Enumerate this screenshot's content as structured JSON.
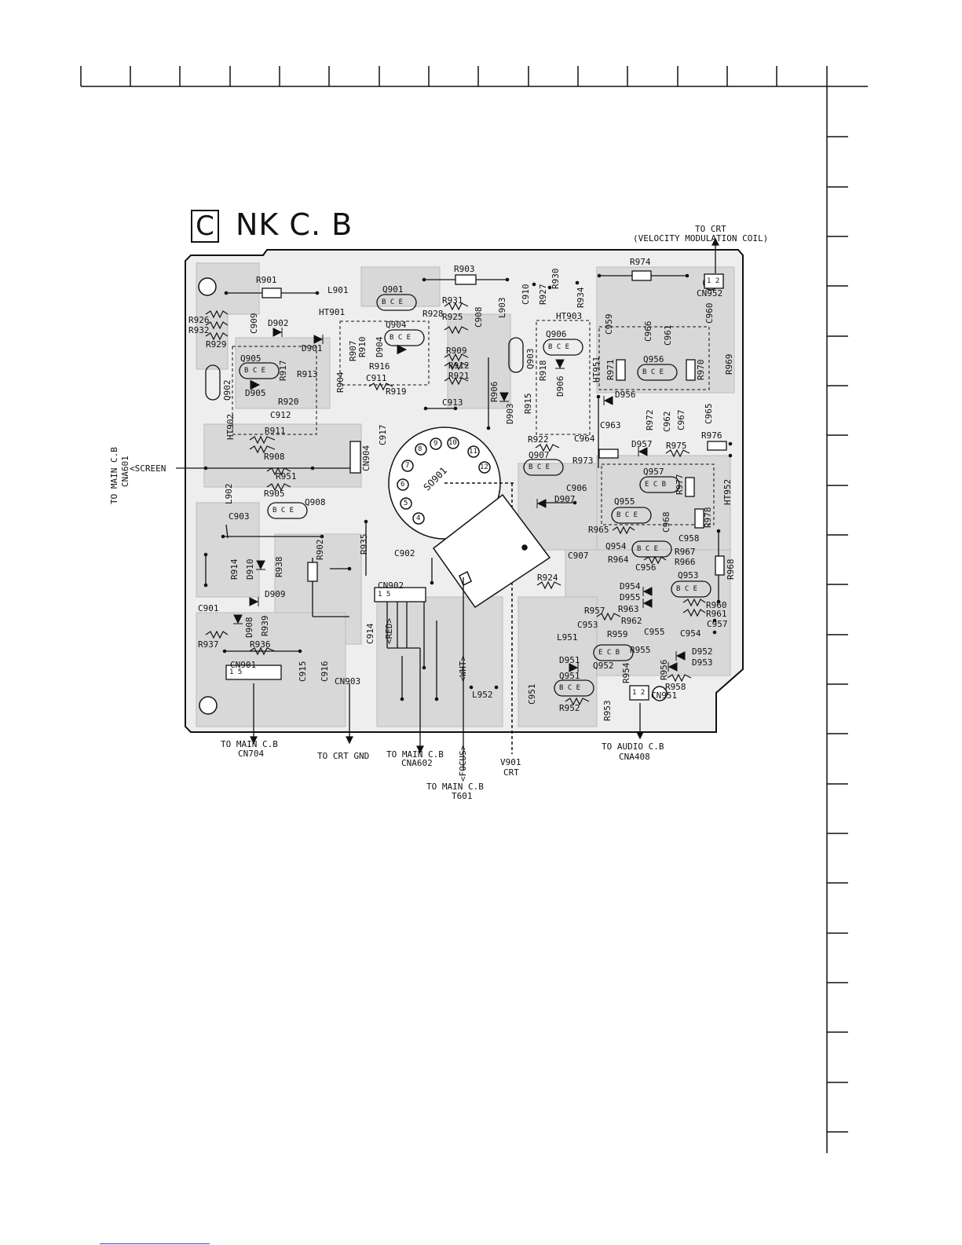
{
  "board": {
    "letter": "C",
    "name": "NK C. B"
  },
  "connections": {
    "velocity_top": "TO CRT",
    "velocity_bottom": "(VELOCITY MODULATION COIL)",
    "left_main_1": "TO MAIN C.B",
    "left_main_2": "CNA601",
    "screen": "<SCREEN",
    "main_cn704_1": "TO MAIN C.B",
    "main_cn704_2": "CN704",
    "crt_gnd": "TO CRT GND",
    "main_cna602_1": "TO MAIN C.B",
    "main_cna602_2": "CNA602",
    "main_t601_1": "TO MAIN C.B",
    "main_t601_2": "T601",
    "v901_1": "V901",
    "v901_2": "CRT",
    "audio_1": "TO AUDIO C.B",
    "audio_2": "CNA408",
    "focus": "<FOCUS>",
    "wht": "<WHT>",
    "red": "<RED>"
  },
  "components": {
    "r901": "R901",
    "l901": "L901",
    "ht901": "HT901",
    "q901": "Q901",
    "r903": "R903",
    "r931": "R931",
    "r928": "R928",
    "c908": "C908",
    "l903": "L903",
    "c910": "C910",
    "r927": "R927",
    "r930": "R930",
    "r934": "R934",
    "ht903": "HT903",
    "r974": "R974",
    "cn952": "CN952",
    "c960": "C960",
    "r926": "R926",
    "r932": "R932",
    "r929": "R929",
    "c909": "C909",
    "d902": "D902",
    "d901": "D901",
    "q904": "Q904",
    "r907": "R907",
    "r910": "R910",
    "d904": "D904",
    "r909": "R909",
    "r912": "R912",
    "r921": "R921",
    "r925": "R925",
    "q906": "Q906",
    "c959": "C959",
    "c966": "C966",
    "c961": "C961",
    "r969": "R969",
    "q905": "Q905",
    "q902": "Q902",
    "r917": "R917",
    "r913": "R913",
    "r904": "R904",
    "r916": "R916",
    "c911": "C911",
    "r919": "R919",
    "q903": "Q903",
    "r918": "R918",
    "d906": "D906",
    "ht951": "HT951",
    "r971": "R971",
    "q956": "Q956",
    "r970": "R970",
    "d905": "D905",
    "r920": "R920",
    "c912": "C912",
    "ht902": "HT902",
    "c913": "C913",
    "r906": "R906",
    "d903": "D903",
    "r915": "R915",
    "d956": "D956",
    "c963": "C963",
    "r972": "R972",
    "c962": "C962",
    "c967": "C967",
    "c965": "C965",
    "r976": "R976",
    "r911": "R911",
    "r908": "R908",
    "c917": "C917",
    "cn904": "CN904",
    "r922": "R922",
    "q907": "Q907",
    "c964": "C964",
    "r973": "R973",
    "d957": "D957",
    "r975": "R975",
    "r951": "R951",
    "l902": "L902",
    "r905": "R905",
    "so901": "SO901",
    "c906": "C906",
    "d907": "D907",
    "q957": "Q957",
    "r977": "R977",
    "ht952": "HT952",
    "c903": "C903",
    "q908": "Q908",
    "q955": "Q955",
    "c968": "C968",
    "r978": "R978",
    "r965": "R965",
    "r935": "R935",
    "r902": "R902",
    "c902": "C902",
    "q954": "Q954",
    "c958": "C958",
    "r967": "R967",
    "r966": "R966",
    "r968": "R968",
    "r914": "R914",
    "d910": "D910",
    "r938": "R938",
    "c907": "C907",
    "r964": "R964",
    "c956": "C956",
    "q953": "Q953",
    "d909": "D909",
    "cn902": "CN902",
    "r924": "R924",
    "d954": "D954",
    "d955": "D955",
    "r960": "R960",
    "r961": "R961",
    "c901": "C901",
    "d908": "D908",
    "r939": "R939",
    "r957": "R957",
    "r963": "R963",
    "c953": "C953",
    "r962": "R962",
    "c957": "C957",
    "c914": "C914",
    "l951": "L951",
    "r959": "R959",
    "c955": "C955",
    "c954": "C954",
    "r937": "R937",
    "r936": "R936",
    "d951": "D951",
    "r955": "R955",
    "d952": "D952",
    "d953": "D953",
    "cn901": "CN901",
    "c915": "C915",
    "c916": "C916",
    "q952": "Q952",
    "r954": "R954",
    "r956": "R956",
    "cn903": "CN903",
    "l952": "L952",
    "q951": "Q951",
    "c951": "C951",
    "r958": "R958",
    "cn951": "CN951",
    "r952": "R952",
    "r953": "R953"
  },
  "socket_pins": [
    "8",
    "9",
    "10",
    "11",
    "12",
    "7",
    "6",
    "5",
    "4"
  ],
  "pin_labels": {
    "bce": "B C E",
    "ecb": "E C B",
    "cn952_pins": "1 2",
    "cn951_pins": "1 2",
    "cn902_pins": "1    5",
    "cn901_pins": "1     5"
  }
}
